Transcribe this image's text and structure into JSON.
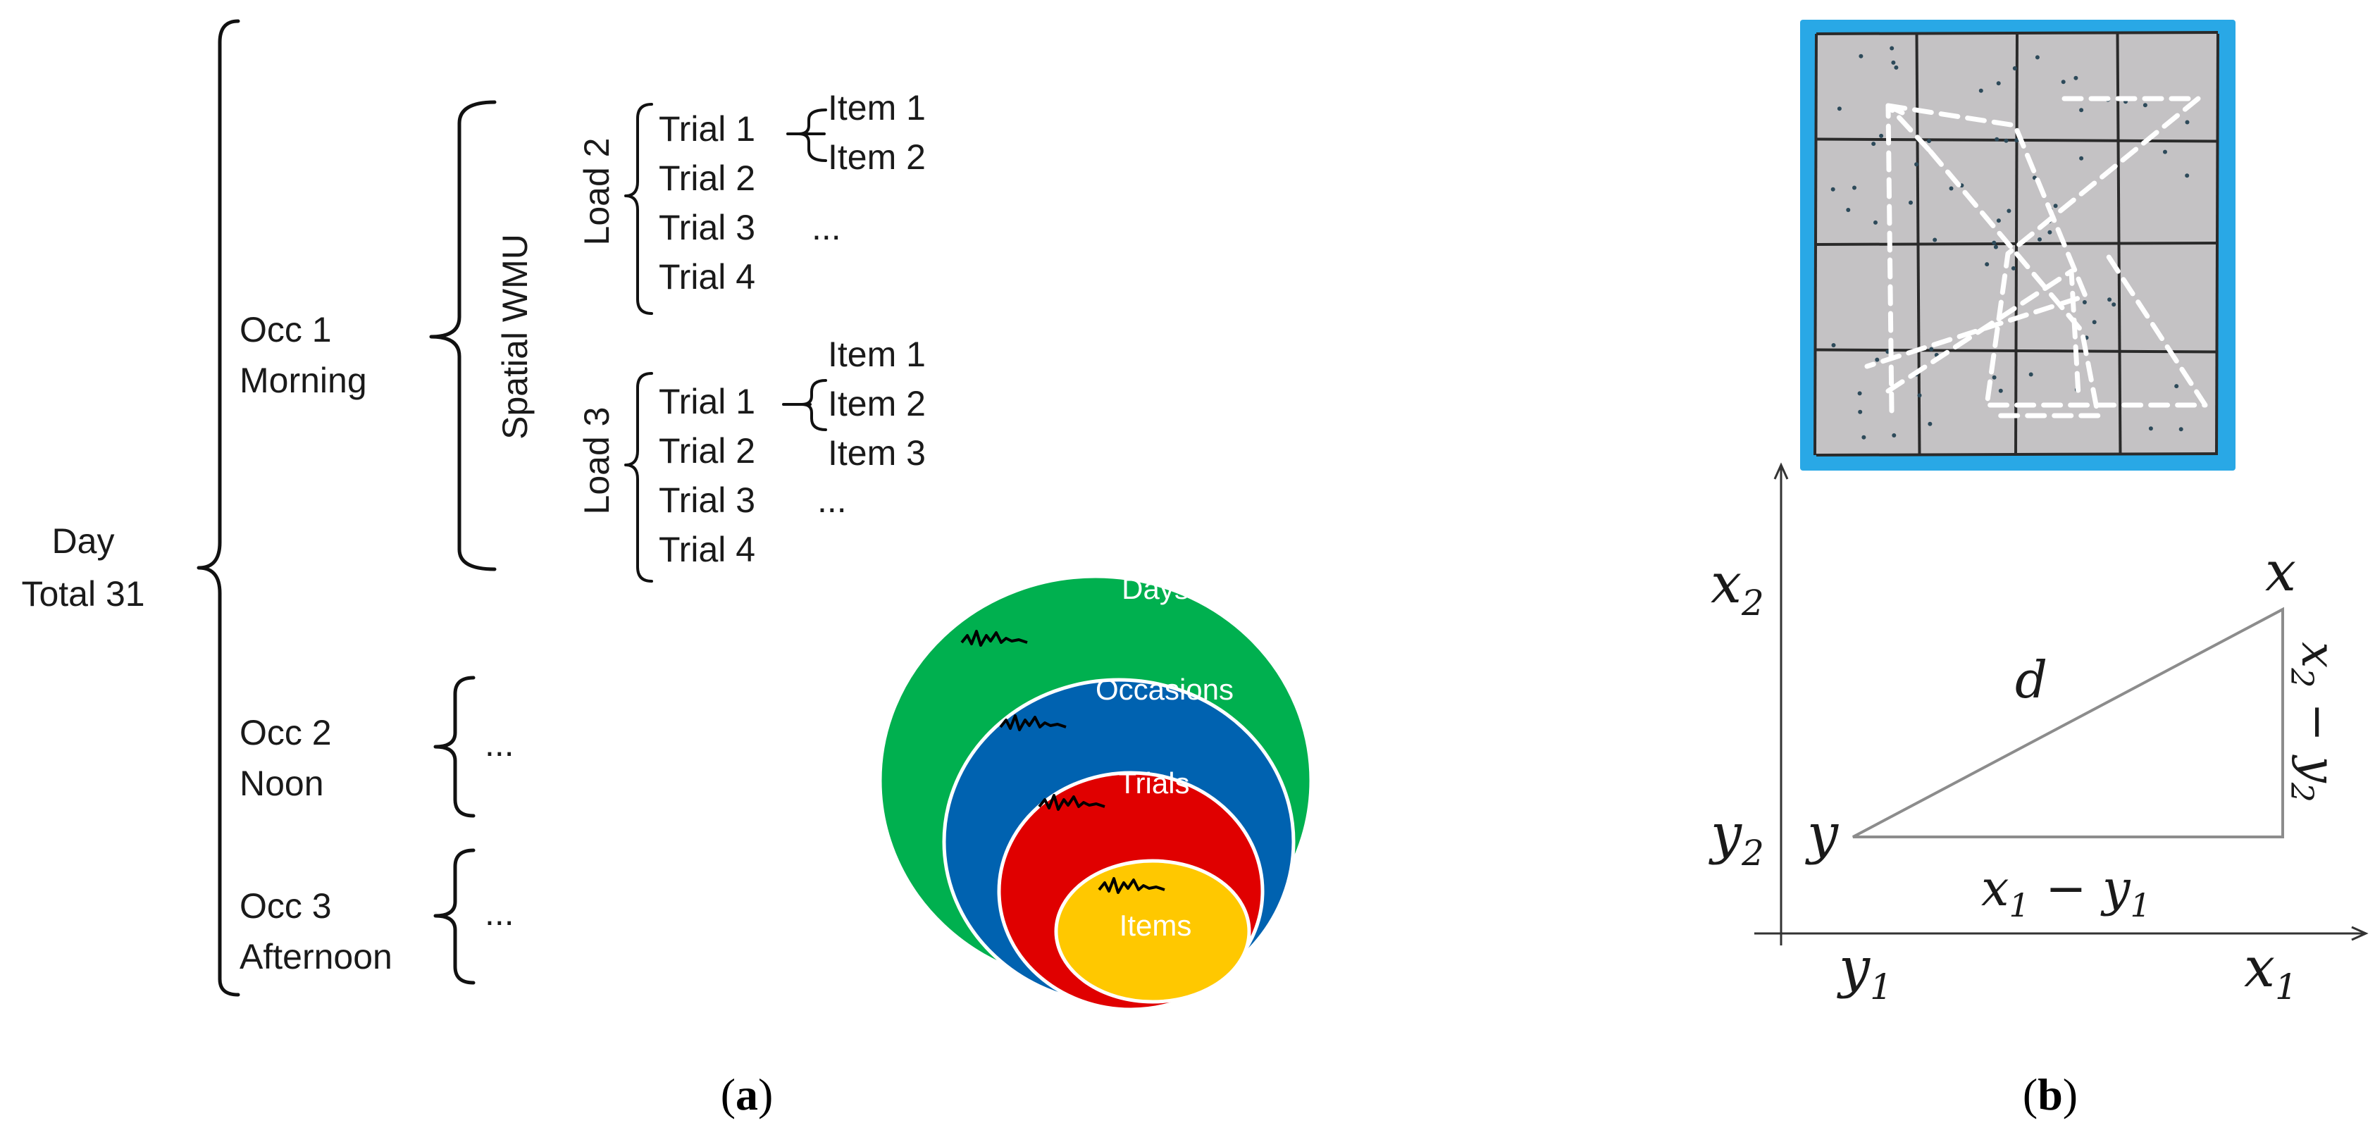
{
  "panel_a": {
    "root": {
      "line1": "Day",
      "line2": "Total 31"
    },
    "occasions": [
      {
        "line1": "Occ 1",
        "line2": "Morning"
      },
      {
        "line1": "Occ 2",
        "line2": "Noon"
      },
      {
        "line1": "Occ 3",
        "line2": "Afternoon"
      }
    ],
    "occ_ellipsis": "...",
    "task_label": "Spatial WMU",
    "loads": [
      {
        "label": "Load 2",
        "trials": [
          "Trial 1",
          "Trial 2",
          "Trial 3",
          "Trial 4"
        ],
        "items": [
          "Item 1",
          "Item 2"
        ],
        "ellipsis": "..."
      },
      {
        "label": "Load 3",
        "trials": [
          "Trial 1",
          "Trial 2",
          "Trial 3",
          "Trial 4"
        ],
        "items": [
          "Item 1",
          "Item 2",
          "Item 3"
        ],
        "ellipsis": "..."
      }
    ],
    "nested_levels": [
      {
        "label": "Days",
        "color": "#00b04f"
      },
      {
        "label": "Occasions",
        "color": "#0062b0"
      },
      {
        "label": "Trials",
        "color": "#e00000"
      },
      {
        "label": "Items",
        "color": "#ffc800"
      }
    ],
    "caption": {
      "open": "(",
      "letter": "a",
      "close": ")"
    }
  },
  "panel_b": {
    "grid_colors": {
      "frame": "#29a8e6",
      "cell": "#c4c2c4",
      "line": "#2a2a2a",
      "path": "#ffffff"
    },
    "plot": {
      "x2_axis": "x",
      "x2_sub": "2",
      "y2_axis": "y",
      "y2_sub": "2",
      "y1_axis": "y",
      "y1_sub": "1",
      "x1_axis": "x",
      "x1_sub": "1",
      "point_x": "x",
      "point_y": "y",
      "hypotenuse": "d",
      "base_a": "x",
      "base_a_sub": "1",
      "base_op": "−",
      "base_b": "y",
      "base_b_sub": "1",
      "side_a": "x",
      "side_a_sub": "2",
      "side_op": "−",
      "side_b": "y",
      "side_b_sub": "2"
    },
    "caption": {
      "open": "(",
      "letter": "b",
      "close": ")"
    }
  }
}
